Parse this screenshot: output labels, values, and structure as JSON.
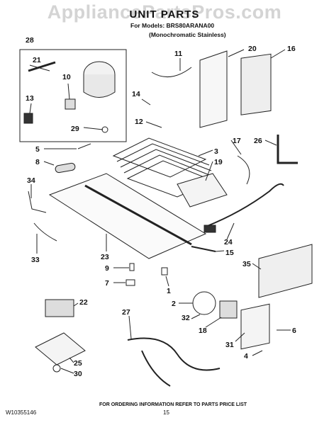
{
  "watermark": "AppliancePartsPros.com",
  "title": "UNIT PARTS",
  "subtitle_models": "For Models: BRS80ARANA00",
  "subtitle_variant": "(Monochromatic Stainless)",
  "callouts": [
    "28",
    "21",
    "10",
    "13",
    "29",
    "11",
    "20",
    "16",
    "14",
    "12",
    "5",
    "8",
    "34",
    "33",
    "23",
    "3",
    "19",
    "17",
    "26",
    "24",
    "15",
    "9",
    "7",
    "1",
    "35",
    "22",
    "2",
    "27",
    "32",
    "18",
    "6",
    "31",
    "4",
    "25",
    "30"
  ],
  "footer": {
    "doc_number": "W10355146",
    "page_number": "15",
    "note": "FOR ORDERING INFORMATION REFER TO PARTS PRICE LIST"
  }
}
